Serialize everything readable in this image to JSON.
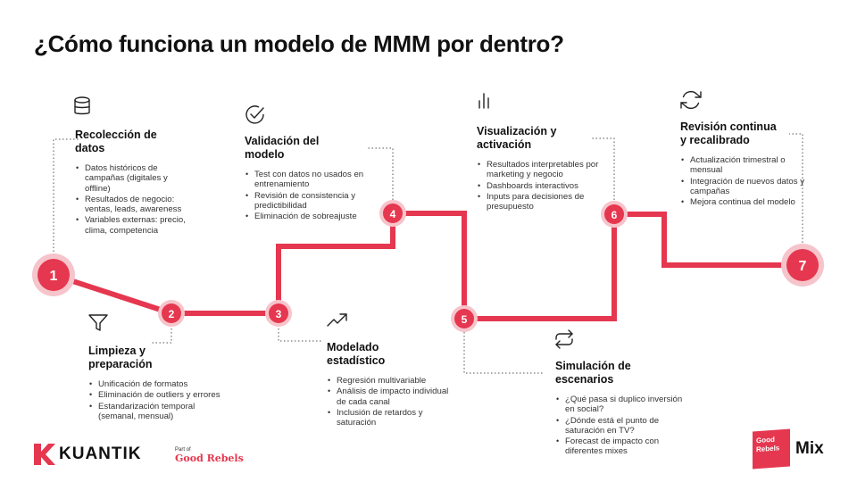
{
  "title": "¿Cómo funciona un modelo de MMM por dentro?",
  "colors": {
    "accent": "#e5374f",
    "accent_light": "#f6c4cb",
    "text": "#111111"
  },
  "steps": [
    {
      "num": "1",
      "icon": "database-icon",
      "title_l1": "Recolección de",
      "title_l2": "datos",
      "items": [
        "Datos históricos de campañas (digitales y offline)",
        "Resultados de negocio: ventas, leads, awareness",
        "Variables externas: precio, clima, competencia"
      ]
    },
    {
      "num": "2",
      "icon": "filter-icon",
      "title_l1": "Limpieza y",
      "title_l2": "preparación",
      "items": [
        "Unificación de formatos",
        "Eliminación de outliers y errores",
        "Estandarización temporal (semanal, mensual)"
      ]
    },
    {
      "num": "3",
      "icon": "check-circle-icon",
      "title_l1": "Validación del",
      "title_l2": "modelo",
      "items": [
        "Test con datos no usados en entrenamiento",
        "Revisión de consistencia y predictibilidad",
        "Eliminación de sobreajuste"
      ]
    },
    {
      "num": "4",
      "icon": "trend-up-icon",
      "title_l1": "Modelado",
      "title_l2": "estadístico",
      "items": [
        "Regresión multivariable",
        "Análisis de impacto individual de cada canal",
        "Inclusión de retardos y saturación"
      ]
    },
    {
      "num": "5",
      "icon": "bar-chart-icon",
      "title_l1": "Visualización y",
      "title_l2": "activación",
      "items": [
        "Resultados interpretables por marketing y negocio",
        "Dashboards interactivos",
        "Inputs para decisiones de presupuesto"
      ]
    },
    {
      "num": "6",
      "icon": "repeat-icon",
      "title_l1": "Simulación de",
      "title_l2": "escenarios",
      "items": [
        "¿Qué pasa si duplico inversión en social?",
        "¿Dónde está el punto de saturación en TV?",
        "Forecast de impacto con diferentes mixes"
      ]
    },
    {
      "num": "7",
      "icon": "refresh-icon",
      "title_l1": "Revisión continua",
      "title_l2": "y recalibrado",
      "items": [
        "Actualización trimestral o mensual",
        "Integración de nuevos datos y campañas",
        "Mejora continua del modelo"
      ]
    }
  ],
  "footer": {
    "brand": "KUANTIK",
    "part_of": "Part of",
    "parent": "Good Rebels",
    "badge_l1": "Good",
    "badge_l2": "Rebels",
    "product": "Mix"
  }
}
